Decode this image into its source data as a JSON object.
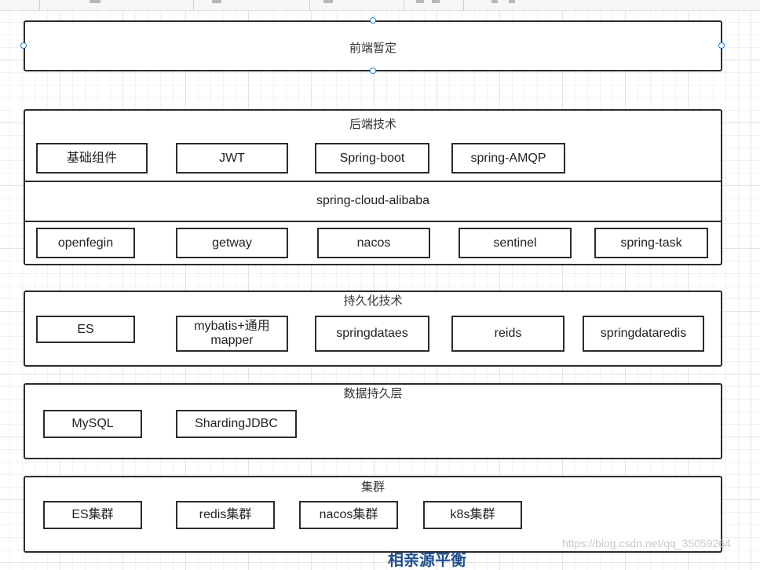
{
  "frontend": {
    "title": "前端暂定"
  },
  "backend": {
    "title": "后端技术",
    "row1": [
      "基础组件",
      "JWT",
      "Spring-boot",
      "spring-AMQP"
    ],
    "cloud_label": "spring-cloud-alibaba",
    "row2": [
      "openfegin",
      "getway",
      "nacos",
      "sentinel",
      "spring-task"
    ]
  },
  "persistence_tech": {
    "title": "持久化技术",
    "items": [
      "ES",
      "mybatis+通用mapper",
      "springdataes",
      "reids",
      "springdataredis"
    ]
  },
  "data_layer": {
    "title": "数据持久层",
    "items": [
      "MySQL",
      "ShardingJDBC"
    ]
  },
  "cluster": {
    "title": "集群",
    "items": [
      "ES集群",
      "redis集群",
      "nacos集群",
      "k8s集群"
    ]
  },
  "watermark": "https://blog.csdn.net/qq_35059264",
  "cutoff_text": "相亲源平衡"
}
